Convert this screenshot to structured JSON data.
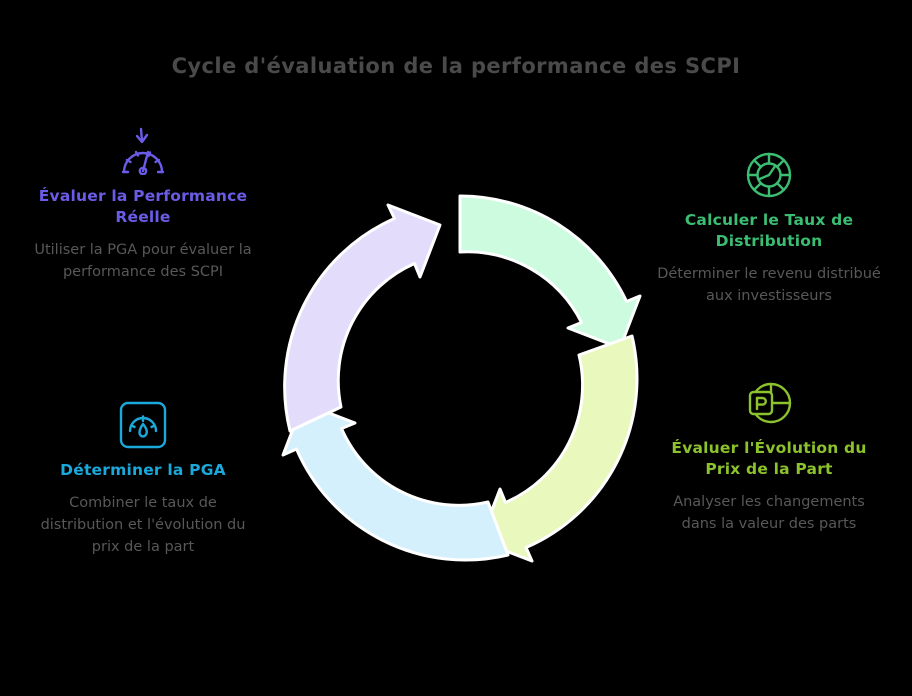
{
  "title": "Cycle d'évaluation de la performance des SCPI",
  "background_color": "#000000",
  "title_color": "#4a4a4a",
  "body_text_color": "#585858",
  "steps": [
    {
      "id": "evaluer-performance-reelle",
      "position": "top-left",
      "icon": "gauge-down-arrow-icon",
      "heading": "Évaluer la Performance Réelle",
      "description": "Utiliser la PGA pour évaluer la performance des SCPI",
      "accent_color": "#6b5ce7",
      "segment_color": "#e3dcfb"
    },
    {
      "id": "calculer-taux-distribution",
      "position": "top-right",
      "icon": "pie-chart-icon",
      "heading": "Calculer le Taux de Distribution",
      "description": "Déterminer le revenu distribué aux investisseurs",
      "accent_color": "#3bbd72",
      "segment_color": "#ccfbe0"
    },
    {
      "id": "evaluer-evolution-prix-part",
      "position": "bottom-right",
      "icon": "presentation-p-icon",
      "heading": "Évaluer l'Évolution du Prix de la Part",
      "description": "Analyser les changements dans la valeur des parts",
      "accent_color": "#8cc22c",
      "segment_color": "#e9f8bd"
    },
    {
      "id": "determiner-pga",
      "position": "bottom-left",
      "icon": "framed-gauge-icon",
      "heading": "Déterminer la PGA",
      "description": "Combiner le taux de distribution et l'évolution du prix de la part",
      "accent_color": "#1ba8db",
      "segment_color": "#d3f0fc"
    }
  ],
  "cycle": {
    "name": "four-stage-clockwise-cycle",
    "segment_count": 4,
    "direction": "clockwise",
    "segments": [
      {
        "label": "Évaluer la Performance Réelle",
        "color": "#e3dcfb",
        "quadrant": "top-left"
      },
      {
        "label": "Calculer le Taux de Distribution",
        "color": "#ccfbe0",
        "quadrant": "top-right"
      },
      {
        "label": "Évaluer l'Évolution du Prix de la Part",
        "color": "#e9f8bd",
        "quadrant": "bottom-right"
      },
      {
        "label": "Déterminer la PGA",
        "color": "#d3f0fc",
        "quadrant": "bottom-left"
      }
    ]
  }
}
